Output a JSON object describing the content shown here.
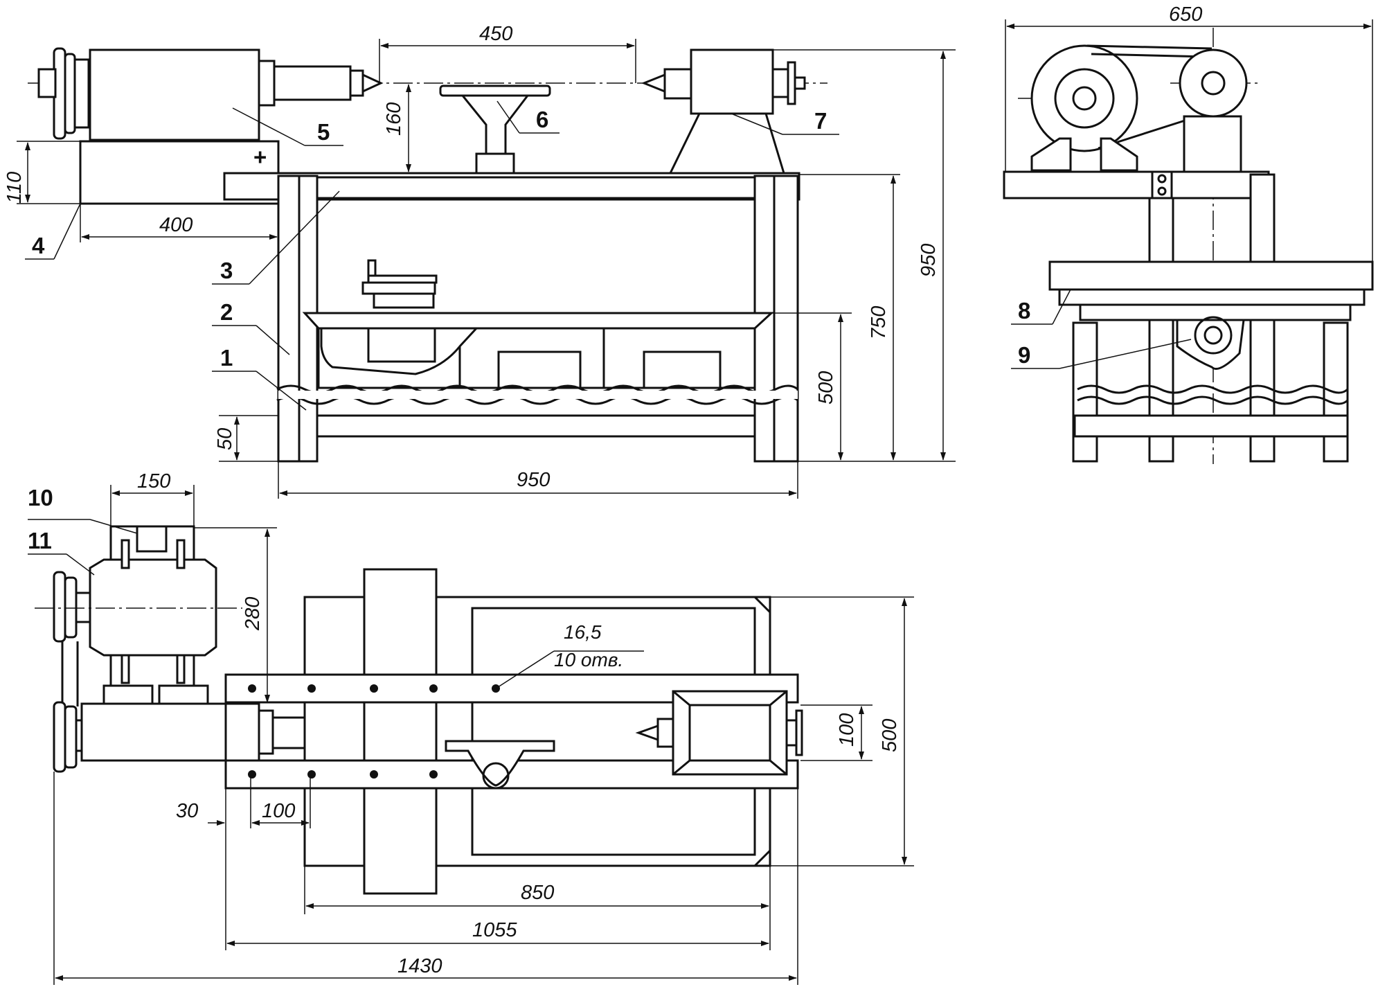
{
  "dimensions": {
    "d450": "450",
    "d160": "160",
    "d110": "110",
    "d400": "400",
    "d950_height": "950",
    "d750": "750",
    "d500_side": "500",
    "d50": "50",
    "d950_width": "950",
    "d650": "650",
    "d150": "150",
    "d280": "280",
    "d16_5": "16,5",
    "d100_right": "100",
    "d500_plan": "500",
    "d30": "30",
    "d100_left": "100",
    "d850": "850",
    "d1055": "1055",
    "d1430": "1430"
  },
  "notes": {
    "holes": "10 отв."
  },
  "labels": {
    "p1": "1",
    "p2": "2",
    "p3": "3",
    "p4": "4",
    "p5": "5",
    "p6": "6",
    "p7": "7",
    "p8": "8",
    "p9": "9",
    "p10": "10",
    "p11": "11"
  }
}
